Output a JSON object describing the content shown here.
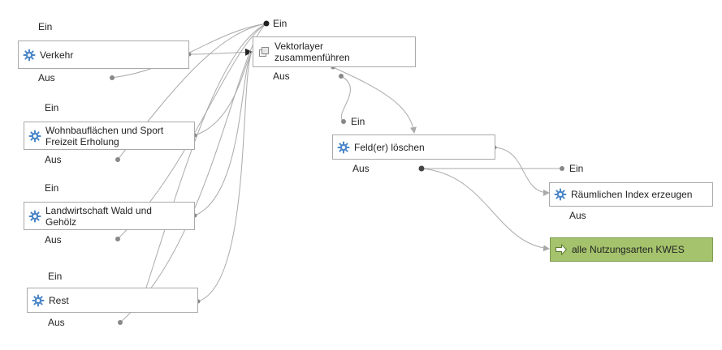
{
  "colors": {
    "edge": "#aaaaaa",
    "port": "#888888",
    "output_fill": "#a4c36c",
    "node_border": "#a9a9a9"
  },
  "nodes": {
    "verkehr": {
      "label": "Verkehr",
      "in": "Ein",
      "out": "Aus",
      "icon": "gear-icon"
    },
    "wohnbau": {
      "label": "Wohnbauflächen und Sport\nFreizeit Erholung",
      "in": "Ein",
      "out": "Aus",
      "icon": "gear-icon"
    },
    "landwirtschaft": {
      "label": "Landwirtschaft Wald und\nGehölz",
      "in": "Ein",
      "out": "Aus",
      "icon": "gear-icon"
    },
    "rest": {
      "label": "Rest",
      "in": "Ein",
      "out": "Aus",
      "icon": "gear-icon"
    },
    "merge": {
      "label": "Vektorlayer\nzusammenführen",
      "in": "Ein",
      "out": "Aus",
      "icon": "merge-icon"
    },
    "delete_field": {
      "label": "Feld(er) löschen",
      "in": "Ein",
      "out": "Aus",
      "icon": "gear-icon"
    },
    "spatial_index": {
      "label": "Räumlichen Index erzeugen",
      "in": "Ein",
      "out": "Aus",
      "icon": "gear-icon"
    },
    "output": {
      "label": "alle Nutzungsarten KWES",
      "icon": "arrow-right-icon"
    }
  }
}
